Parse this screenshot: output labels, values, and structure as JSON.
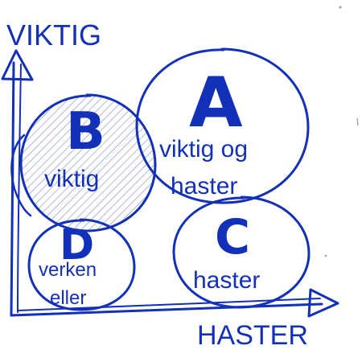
{
  "colors": {
    "ink": "#1330b8",
    "hatch": "#7d86c2",
    "speck": "#9a9a9a",
    "background": "#ffffff"
  },
  "axes": {
    "y_label": "VIKTIG",
    "x_label": "HASTER"
  },
  "quadrants": {
    "a": {
      "letter": "A",
      "line1": "viktig og",
      "line2": "haster"
    },
    "b": {
      "letter": "B",
      "line1": "viktig"
    },
    "c": {
      "letter": "C",
      "line1": "haster"
    },
    "d": {
      "letter": "D",
      "line1": "verken",
      "line2": "eller"
    }
  }
}
